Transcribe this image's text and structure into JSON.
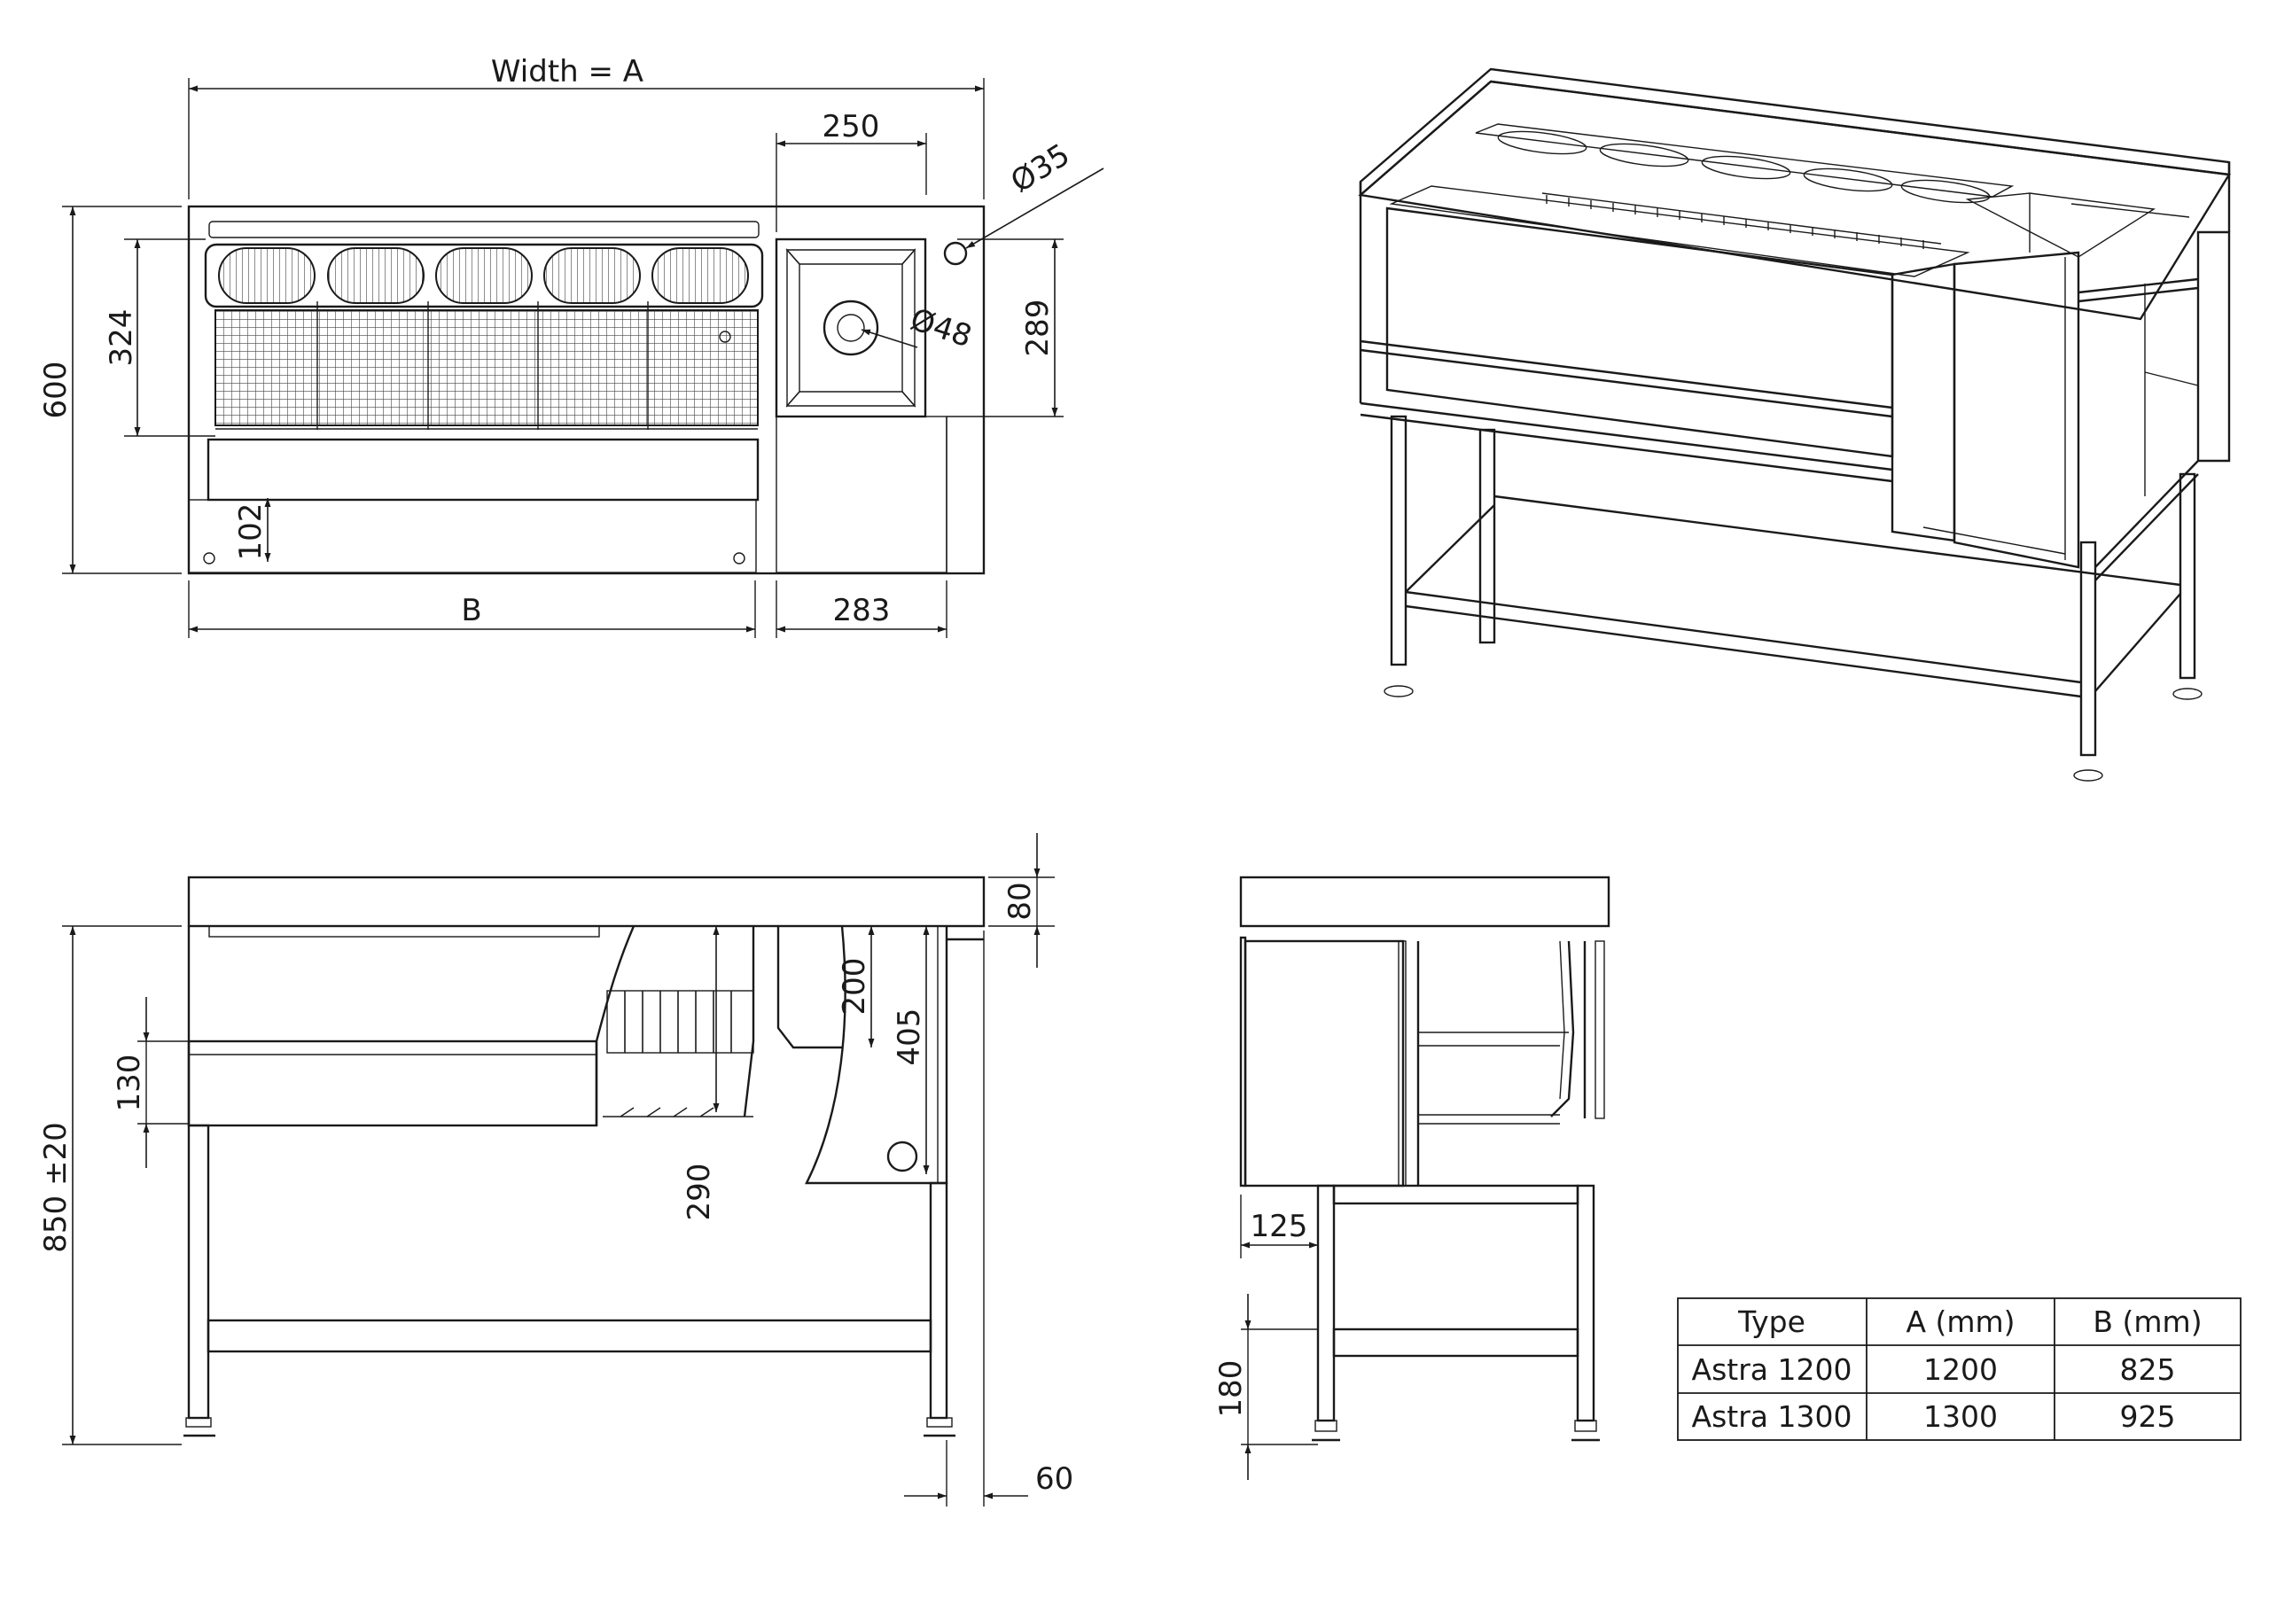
{
  "dimensions": {
    "width_a": "Width = A",
    "d250": "250",
    "d35": "Ø35",
    "d48": "Ø48",
    "d324": "324",
    "d600": "600",
    "d289": "289",
    "d102": "102",
    "b": "B",
    "d283": "283",
    "d80": "80",
    "d200": "200",
    "d405": "405",
    "d130": "130",
    "d850": "850 ±20",
    "d290": "290",
    "d60": "60",
    "d125": "125",
    "d180": "180"
  },
  "table": {
    "headers": [
      "Type",
      "A (mm)",
      "B (mm)"
    ],
    "rows": [
      [
        "Astra 1200",
        "1200",
        "825"
      ],
      [
        "Astra 1300",
        "1300",
        "925"
      ]
    ]
  }
}
